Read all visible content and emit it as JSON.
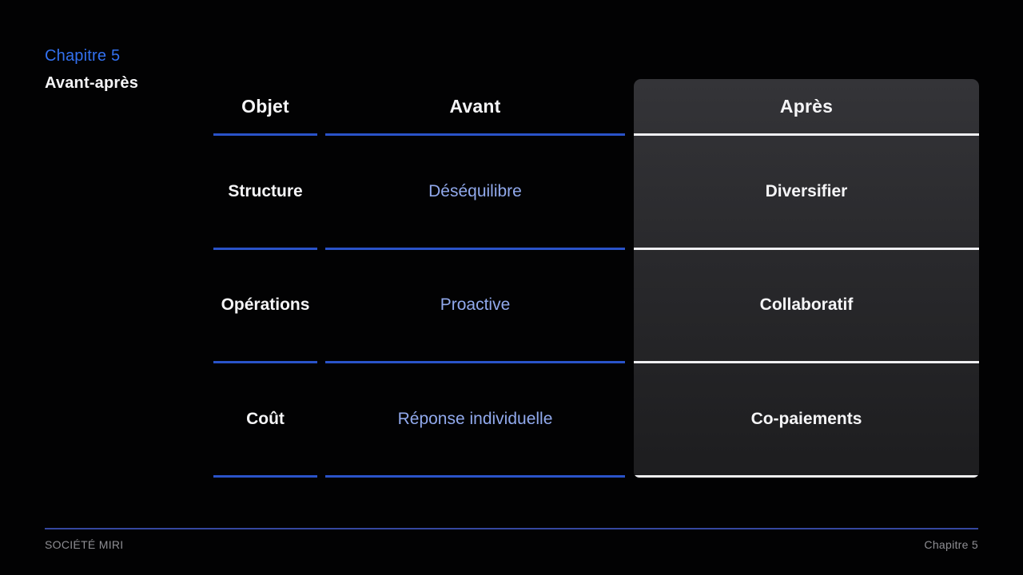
{
  "slide": {
    "eyebrow": "Chapitre 5",
    "title": "Avant-après"
  },
  "table": {
    "columns": [
      {
        "key": "objet",
        "label": "Objet"
      },
      {
        "key": "avant",
        "label": "Avant"
      },
      {
        "key": "apres",
        "label": "Après"
      }
    ],
    "rows": [
      {
        "objet": "Structure",
        "avant": "Déséquilibre",
        "apres": "Diversifier"
      },
      {
        "objet": "Opérations",
        "avant": "Proactive",
        "apres": "Collaboratif"
      },
      {
        "objet": "Coût",
        "avant": "Réponse individuelle",
        "apres": "Co-paiements"
      }
    ]
  },
  "footer": {
    "left": "SOCIÉTÉ MIRI",
    "right": "Chapitre 5"
  },
  "colors": {
    "background": "#020203",
    "accent_underline_blue": "#2a53c9",
    "eyebrow_blue": "#3371f0",
    "avant_text_blue": "#91a9ec",
    "card_gradient_top": "#343438",
    "card_gradient_bottom": "#1d1d1f",
    "card_separator_white": "#efeff2",
    "heading_white": "#f5f5f7",
    "footer_text_gray": "#8e8e93",
    "footer_rule_blue": "#35479f"
  }
}
